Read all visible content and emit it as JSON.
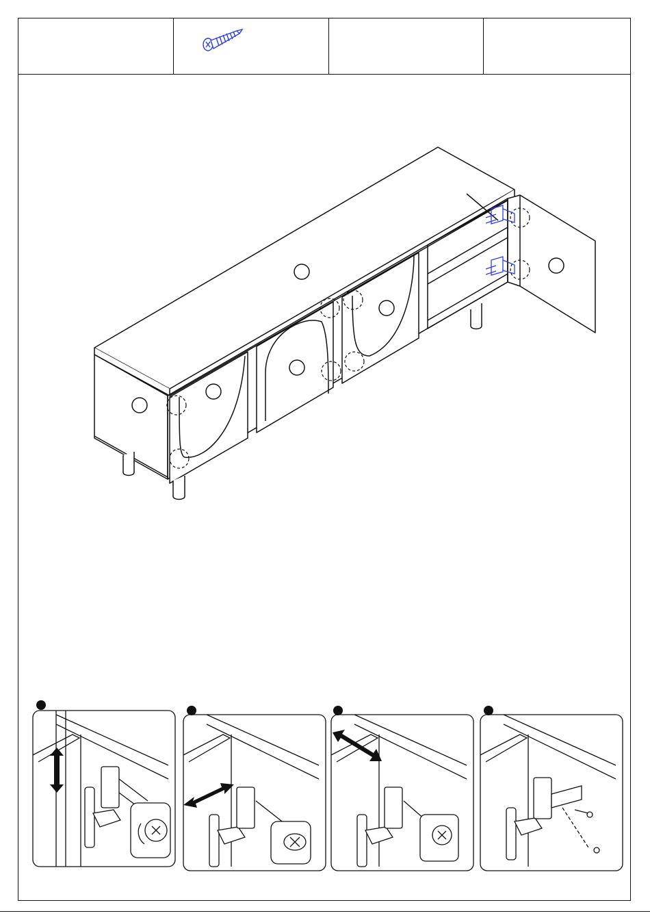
{
  "header": {
    "cells": [
      "",
      "",
      "",
      ""
    ],
    "hardware_icon": "screw-icon"
  },
  "main": {
    "illustration": "tv-cabinet-door-hinge-assembly",
    "callout_marks": [
      "hinge-top-callout",
      "hinge-bottom-callout"
    ]
  },
  "steps": [
    {
      "bullet": "",
      "arrow": "vertical-double-arrow",
      "detail": "hinge-screw-detail"
    },
    {
      "bullet": "",
      "arrow": "horizontal-double-arrow",
      "detail": "hinge-cam-detail"
    },
    {
      "bullet": "",
      "arrow": "depth-double-arrow",
      "detail": "hinge-depth-detail"
    },
    {
      "bullet": "",
      "arrow": "",
      "detail": "hinge-remove-screws"
    }
  ],
  "colors": {
    "line": "#111111",
    "hardware": "#2a3cf0",
    "arrow": "#111111"
  }
}
